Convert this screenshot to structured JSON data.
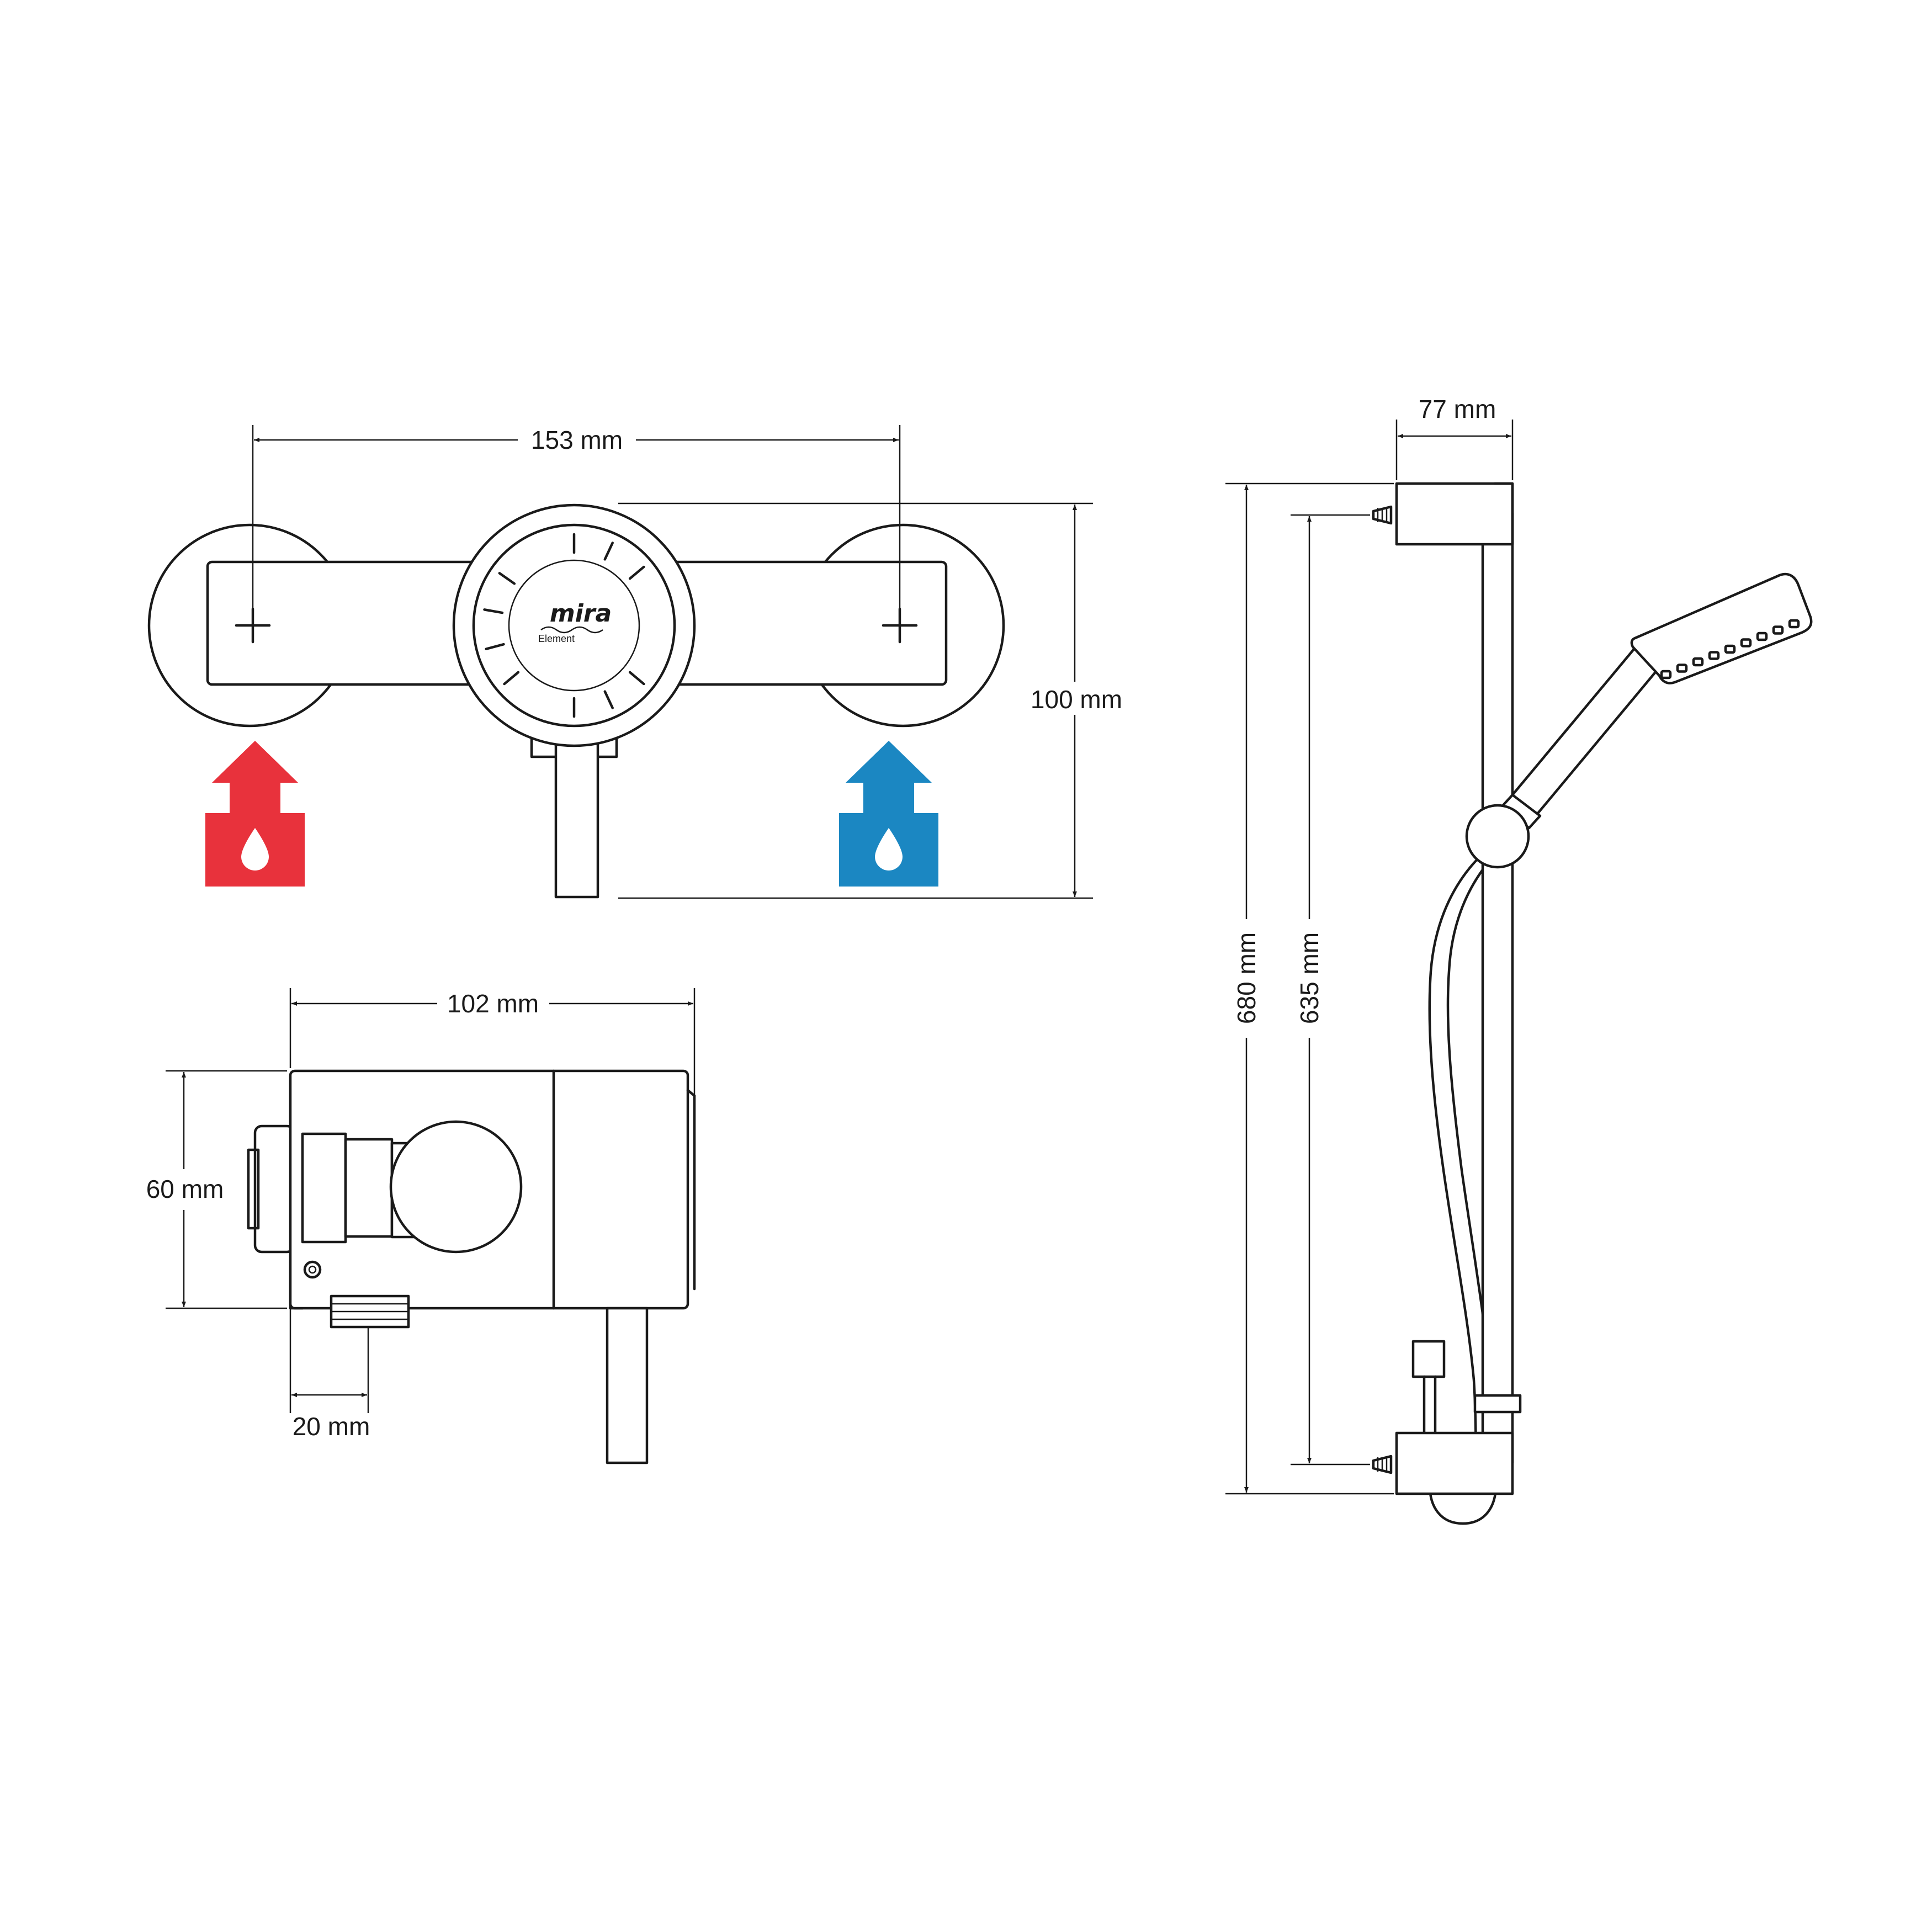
{
  "dimensions": {
    "valve_width": "153 mm",
    "valve_height": "100 mm",
    "side_depth": "102 mm",
    "side_height": "60 mm",
    "outlet_offset": "20 mm",
    "rail_depth": "77 mm",
    "rail_length": "680 mm",
    "rail_fixing_centres": "635 mm"
  },
  "dial": {
    "brand": "mira",
    "model": "Element"
  },
  "icons": {
    "hot_inlet": "hot-water-inlet-icon",
    "cold_inlet": "cold-water-inlet-icon"
  },
  "colors": {
    "hot": "#e8323c",
    "cold": "#1b87c2",
    "line": "#1a1a1a"
  }
}
